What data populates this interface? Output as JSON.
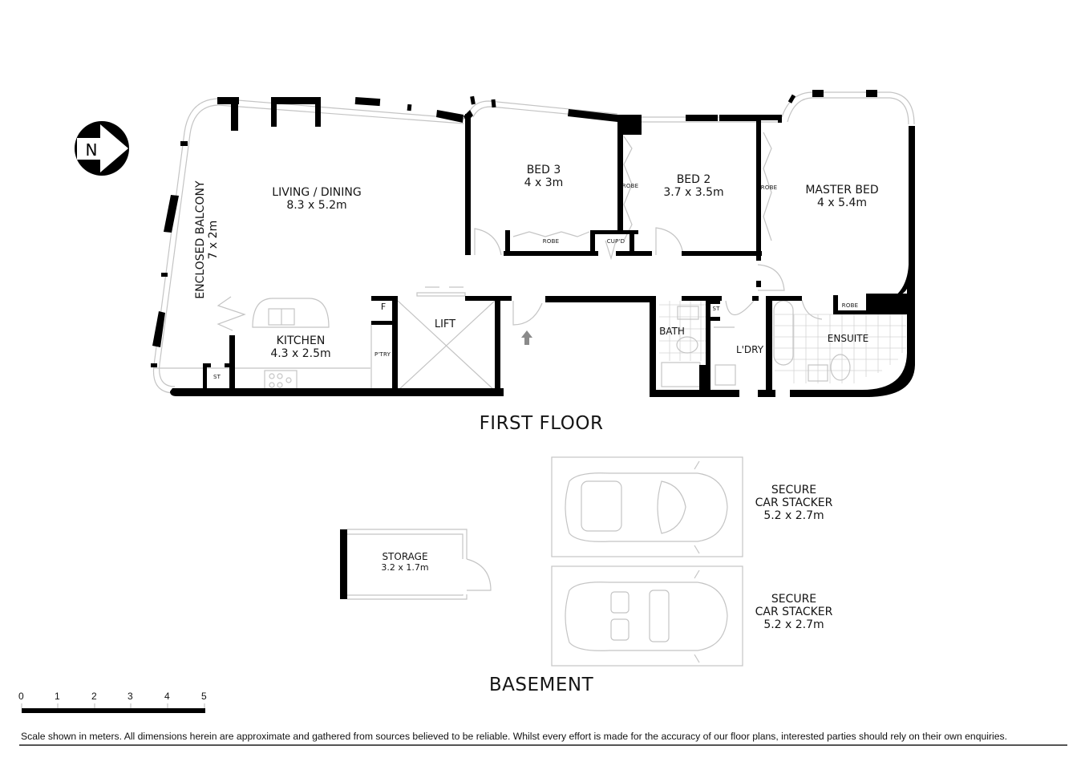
{
  "compass": {
    "letter": "N",
    "icon": "north-arrow-icon"
  },
  "first_floor": {
    "title": "FIRST FLOOR",
    "rooms": {
      "living_dining": {
        "name": "LIVING / DINING",
        "size": "8.3 x 5.2m"
      },
      "enclosed_balcony": {
        "name": "ENCLOSED BALCONY",
        "size": "7 x 2m"
      },
      "kitchen": {
        "name": "KITCHEN",
        "size": "4.3 x 2.5m"
      },
      "bed3": {
        "name": "BED 3",
        "size": "4 x 3m"
      },
      "bed2": {
        "name": "BED 2",
        "size": "3.7 x 3.5m"
      },
      "master_bed": {
        "name": "MASTER BED",
        "size": "4 x 5.4m"
      },
      "lift": {
        "name": "LIFT"
      },
      "bath": {
        "name": "BATH"
      },
      "laundry": {
        "name": "L'DRY"
      },
      "ensuite": {
        "name": "ENSUITE"
      }
    },
    "small_labels": {
      "robe_bed3": "ROBE",
      "cupboard": "CUP'D",
      "robe_bed2": "ROBE",
      "robe_master": "ROBE",
      "robe_ensuite": "ROBE",
      "fridge": "F",
      "pantry": "P'TRY",
      "store_kitchen": "ST",
      "store_hall": "ST"
    }
  },
  "basement": {
    "title": "BASEMENT",
    "storage": {
      "name": "STORAGE",
      "size": "3.2 x 1.7m"
    },
    "car_stackers": [
      {
        "line1": "SECURE",
        "line2": "CAR STACKER",
        "size": "5.2 x 2.7m"
      },
      {
        "line1": "SECURE",
        "line2": "CAR STACKER",
        "size": "5.2 x 2.7m"
      }
    ]
  },
  "scale_bar": {
    "ticks": [
      "0",
      "1",
      "2",
      "3",
      "4",
      "5"
    ],
    "unit": "meters"
  },
  "disclaimer": "Scale shown in meters. All dimensions herein are approximate and gathered from sources believed to be  reliable. Whilst every effort is made for the accuracy of our floor plans, interested parties should rely on their own enquiries.",
  "colors": {
    "wall": "#000000",
    "thin_line": "#bdbdbd",
    "entry_arrow": "#8a8a8a"
  }
}
